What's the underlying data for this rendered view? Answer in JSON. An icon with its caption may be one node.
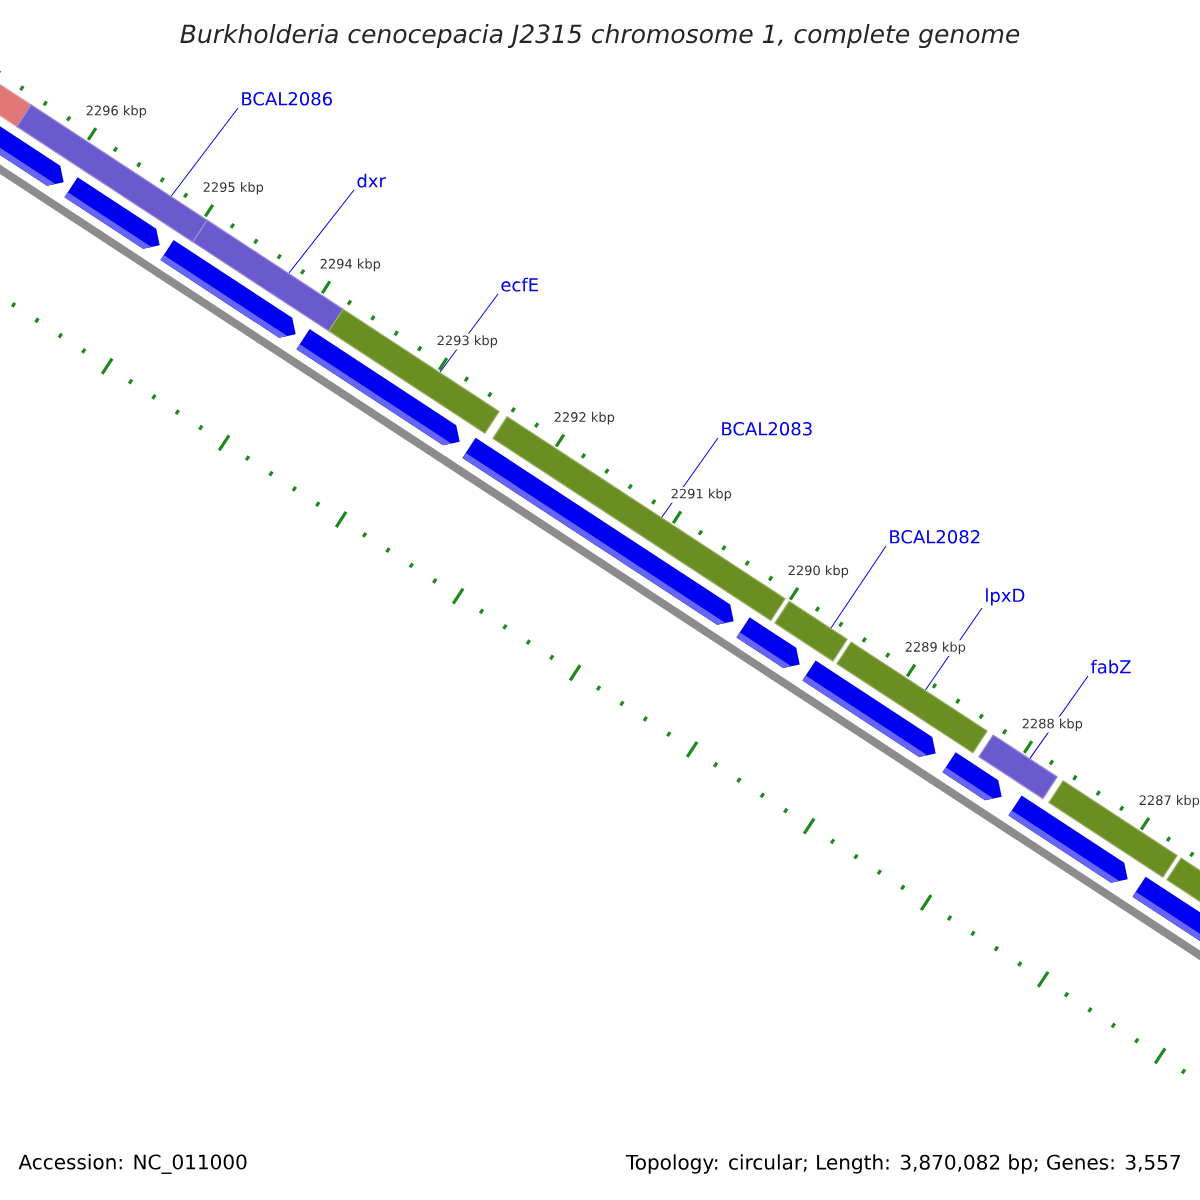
{
  "diagram": {
    "title": "Burkholderia cenocepacia J2315 chromosome 1, complete genome",
    "nodes": [
      {
        "text": [
          "BCAL2086"
        ]
      },
      {
        "text": [
          "dxr"
        ]
      },
      {
        "text": [
          "ecfE"
        ]
      },
      {
        "text": [
          "BCAL2083"
        ]
      },
      {
        "text": [
          "BCAL2082"
        ]
      },
      {
        "text": [
          "lpxD"
        ]
      },
      {
        "text": [
          "fabZ"
        ]
      },
      {
        "text": [],
        "shape": "bar"
      },
      {
        "text": [],
        "shape": "bar"
      },
      {
        "text": [],
        "shape": "bar"
      },
      {
        "text": [],
        "shape": "bar"
      },
      {
        "text": [],
        "shape": "bar"
      },
      {
        "text": [],
        "shape": "bar"
      },
      {
        "text": [],
        "shape": "bar"
      },
      {
        "text": [],
        "shape": "bar"
      },
      {
        "text": [],
        "shape": "bar"
      },
      {
        "text": [],
        "shape": "bar"
      }
    ],
    "edges": [
      {
        "from": 0,
        "to": 8,
        "arrow": "none"
      },
      {
        "from": 1,
        "to": 9,
        "arrow": "none"
      },
      {
        "from": 2,
        "to": 10,
        "arrow": "none"
      },
      {
        "from": 3,
        "to": 11,
        "arrow": "none"
      },
      {
        "from": 4,
        "to": 12,
        "arrow": "none"
      },
      {
        "from": 5,
        "to": 13,
        "arrow": "none"
      },
      {
        "from": 6,
        "to": 14,
        "arrow": "none"
      }
    ],
    "labels": [
      "2296 kbp",
      "2295 kbp",
      "2294 kbp",
      "2293 kbp",
      "2292 kbp",
      "2291 kbp",
      "2290 kbp",
      "2289 kbp",
      "2288 kbp",
      "2287 kbp",
      "Accession: NC_011000",
      "Topology: circular; Length: 3,870,082 bp; Genes: 3,557"
    ]
  }
}
